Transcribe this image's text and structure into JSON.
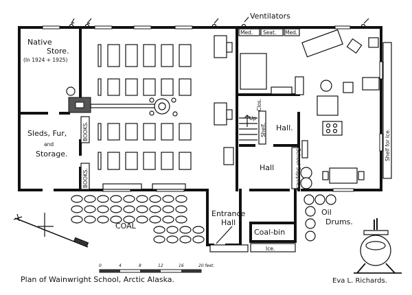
{
  "title": "Plan of Wainwright School, Arctic Alaska.",
  "signature": "Eva L. Richards.",
  "labels": {
    "ventilators": "Ventilators",
    "native_store": "Native",
    "native_store_2": "Store.",
    "native_store_years": "(In 1924 + 1925)",
    "sleds": "Sleds, Fur,",
    "and": "and",
    "storage": "Storage.",
    "books_1": "BOOKS.",
    "books_2": "BOOKS.",
    "med_1": "Med.",
    "seat": "Seat.",
    "med_2": "Med.",
    "clos": "Clos.",
    "up": "Up",
    "shelf": "Shelf.",
    "hall_1": "Hall.",
    "hall_2": "Hall",
    "school_supplies": "School Supplies.",
    "shelf_for_ice": "Shelf for Ice.",
    "entrance": "Entrance",
    "entrance_hall": "Hall",
    "coal_bin": "Coal-bin",
    "ice": "Ice.",
    "coal": "COAL",
    "oil": "Oil",
    "drums": "Drums."
  },
  "scale": {
    "ticks": [
      "0",
      "4",
      "8",
      "12",
      "16",
      "20 feet."
    ]
  }
}
